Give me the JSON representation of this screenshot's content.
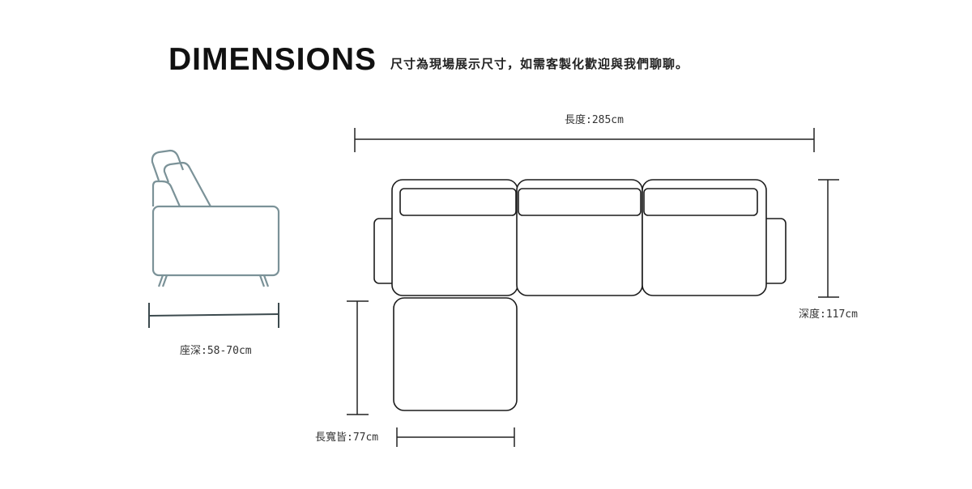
{
  "header": {
    "title": "DIMENSIONS",
    "subtitle": "尺寸為現場展示尺寸，如需客製化歡迎與我們聊聊。"
  },
  "labels": {
    "length": "長度:285cm",
    "depth": "深度:117cm",
    "seat_depth": "座深:58-70cm",
    "ottoman": "長寬皆:77cm"
  },
  "colors": {
    "top_view": "#1c1c1c",
    "side_view": "#7b9298"
  }
}
